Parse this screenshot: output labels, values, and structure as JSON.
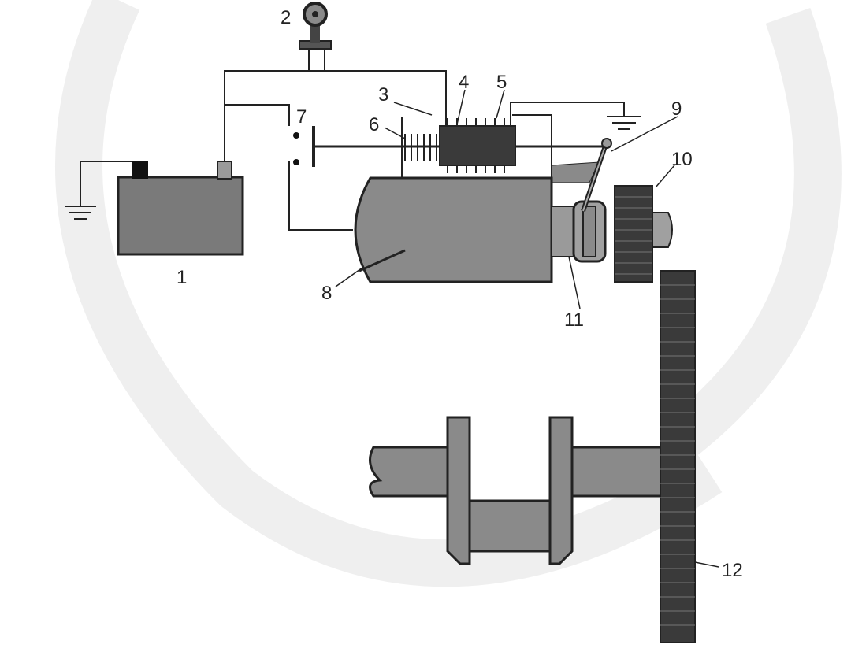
{
  "diagram": {
    "labels": {
      "n1": "1",
      "n2": "2",
      "n3": "3",
      "n4": "4",
      "n5": "5",
      "n6": "6",
      "n7": "7",
      "n8": "8",
      "n9": "9",
      "n10": "10",
      "n11": "11",
      "n12": "12"
    }
  },
  "colors": {
    "body_fill": "#8a8a8a",
    "dark_fill": "#3a3a3a",
    "line": "#222222",
    "watermark": "#ededed"
  }
}
